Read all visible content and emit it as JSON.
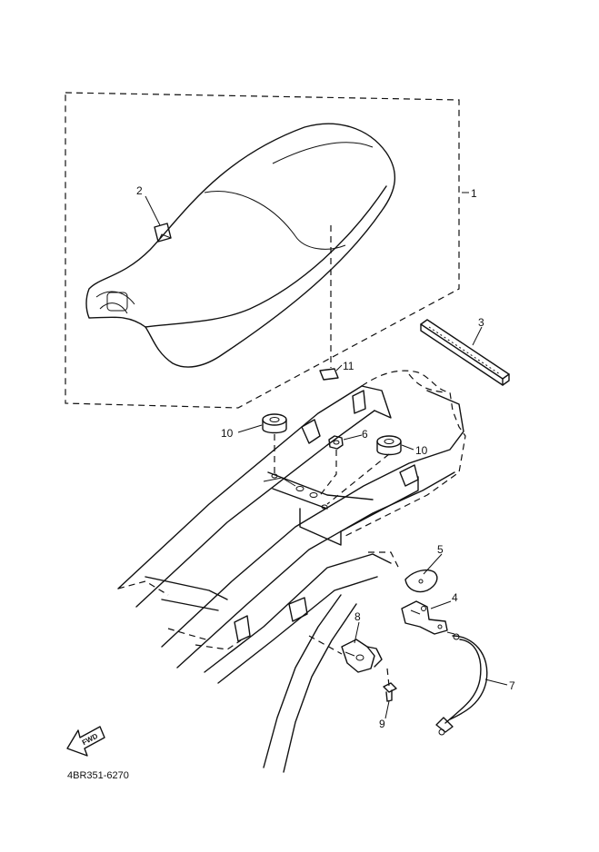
{
  "diagram": {
    "callouts": {
      "c1": "1",
      "c2": "2",
      "c3": "3",
      "c4": "4",
      "c5": "5",
      "c6": "6",
      "c7": "7",
      "c8": "8",
      "c9": "9",
      "c10a": "10",
      "c10b": "10",
      "c11": "11"
    },
    "fwd_label": "FWD",
    "drawing_code": "4BR351-6270"
  }
}
